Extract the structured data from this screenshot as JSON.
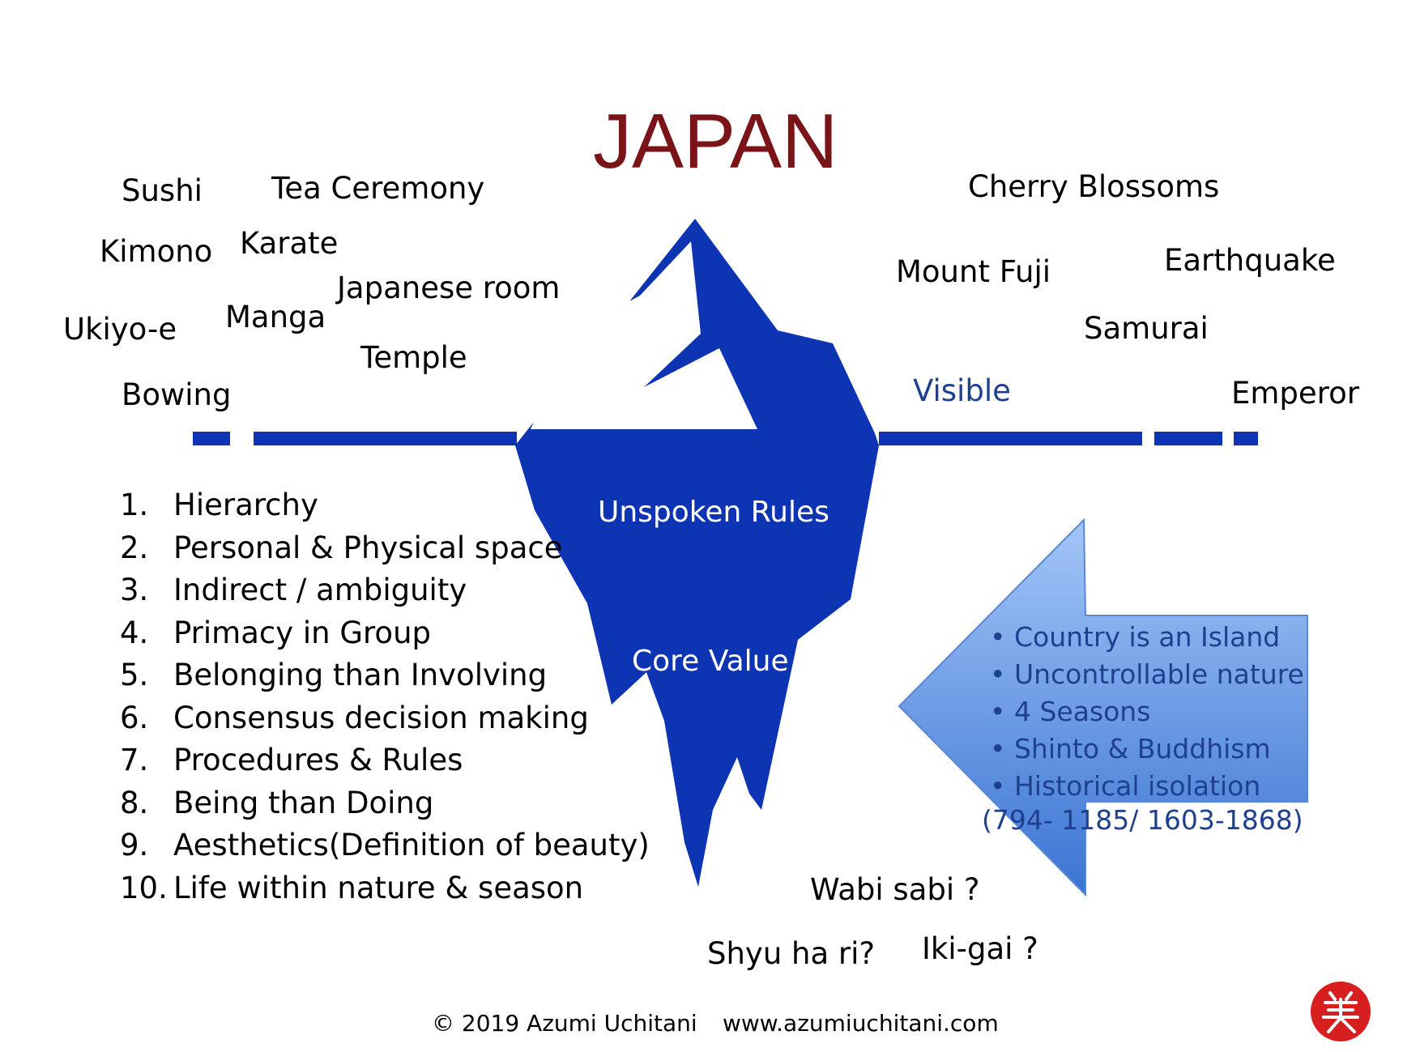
{
  "title": "JAPAN",
  "visible_items": [
    "Sushi",
    "Tea Ceremony",
    "Kimono",
    "Karate",
    "Japanese room",
    "Manga",
    "Ukiyo-e",
    "Temple",
    "Bowing",
    "Cherry Blossoms",
    "Mount Fuji",
    "Earthquake",
    "Samurai",
    "Emperor"
  ],
  "visible_label": "Visible",
  "unspoken_rules_label": "Unspoken Rules",
  "core_value_label": "Core Value",
  "rules": [
    {
      "num": "1.",
      "text": "Hierarchy"
    },
    {
      "num": "2.",
      "text": "Personal & Physical space"
    },
    {
      "num": "3.",
      "text": "Indirect / ambiguity"
    },
    {
      "num": "4.",
      "text": "Primacy in Group"
    },
    {
      "num": "5.",
      "text": "Belonging than Involving"
    },
    {
      "num": "6.",
      "text": "Consensus decision making"
    },
    {
      "num": "7.",
      "text": "Procedures & Rules"
    },
    {
      "num": "8.",
      "text": "Being than Doing"
    },
    {
      "num": "9.",
      "text": "Aesthetics(Definition of beauty)"
    },
    {
      "num": "10.",
      "text": "Life within nature & season"
    }
  ],
  "reasons": [
    "Country is an Island",
    "Uncontrollable nature",
    "4 Seasons",
    "Shinto & Buddhism",
    "Historical isolation"
  ],
  "reasons_years": "(794- 1185/ 1603-1868)",
  "deep_concepts": [
    "Wabi sabi ?",
    "Shyu ha ri?",
    "Iki-gai ?"
  ],
  "footer": {
    "copyright": "© 2019 Azumi Uchitani",
    "website": "www.azumiuchitani.com"
  },
  "colors": {
    "ice": "#0d34b3",
    "title": "#7a1418",
    "arrow_light": "#9cc0f5",
    "arrow_dark": "#3f7ad6",
    "reasons_text": "#1f3f8f",
    "logo": "#d71f1f"
  }
}
